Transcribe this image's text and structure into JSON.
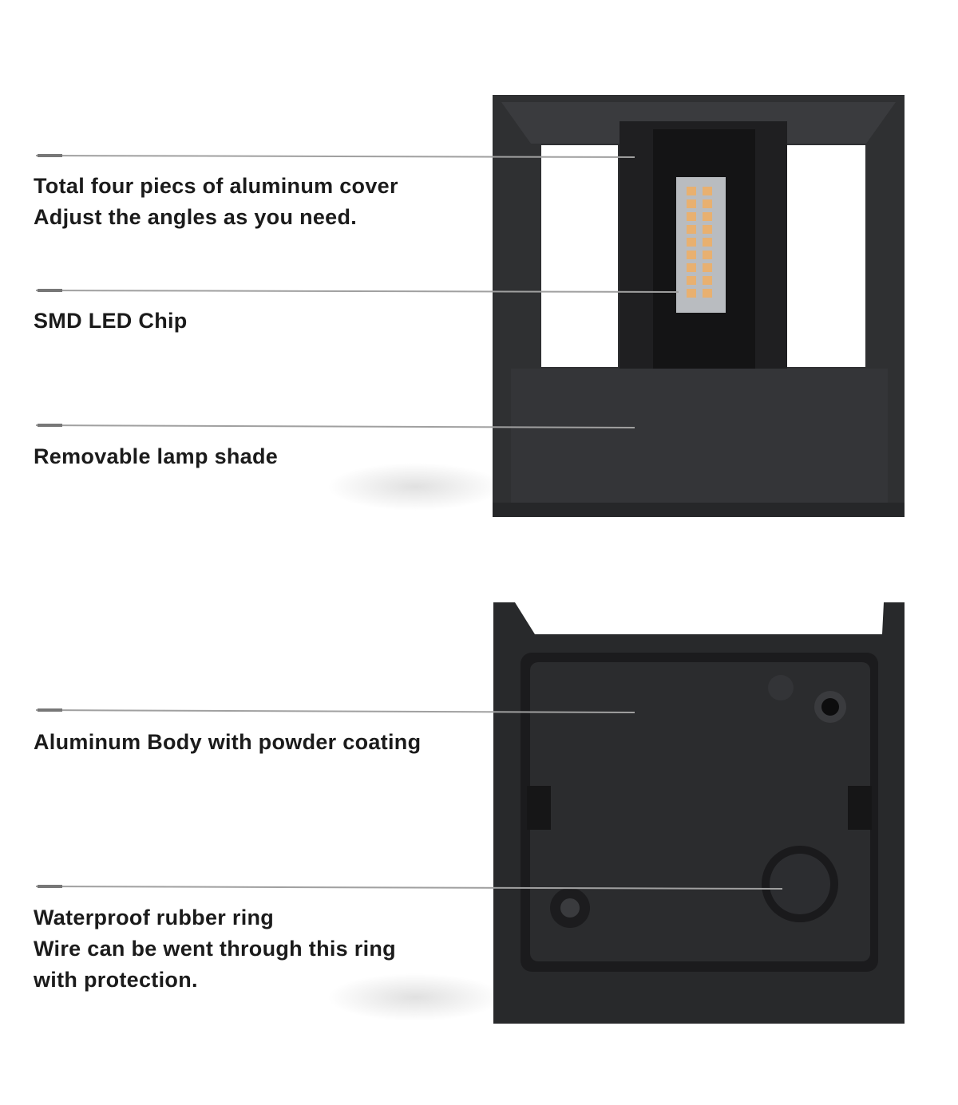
{
  "callouts": [
    {
      "lines": [
        "Total four piecs of aluminum cover",
        "Adjust the angles as you need."
      ]
    },
    {
      "lines": [
        "SMD LED Chip"
      ]
    },
    {
      "lines": [
        "Removable lamp shade"
      ]
    },
    {
      "lines": [
        "Aluminum Body with powder coating"
      ]
    },
    {
      "lines": [
        "Waterproof rubber ring",
        "Wire can be went through this ring",
        "with protection."
      ]
    }
  ],
  "colors": {
    "lamp_body": "#2e2f31",
    "lamp_dark": "#1c1c1e",
    "led": "#e8b070",
    "leader_line": "#9a9a9a"
  }
}
